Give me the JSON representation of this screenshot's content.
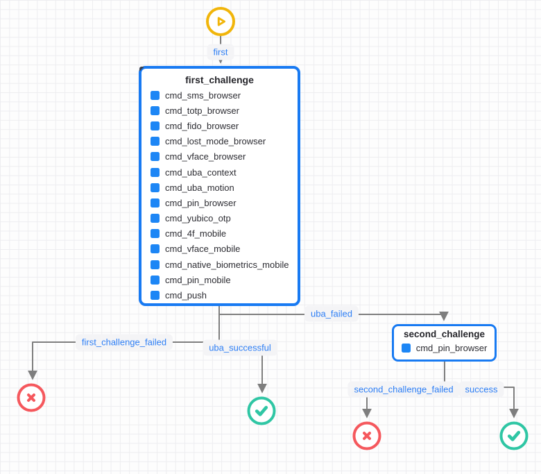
{
  "diagram": {
    "kind": "authentication-challenge-flow",
    "start": {
      "icon": "play-icon"
    },
    "nodes": {
      "first_challenge": {
        "title": "first_challenge",
        "items": [
          "cmd_sms_browser",
          "cmd_totp_browser",
          "cmd_fido_browser",
          "cmd_lost_mode_browser",
          "cmd_vface_browser",
          "cmd_uba_context",
          "cmd_uba_motion",
          "cmd_pin_browser",
          "cmd_yubico_otp",
          "cmd_4f_mobile",
          "cmd_vface_mobile",
          "cmd_native_biometrics_mobile",
          "cmd_pin_mobile",
          "cmd_push"
        ]
      },
      "second_challenge": {
        "title": "second_challenge",
        "items": [
          "cmd_pin_browser"
        ]
      }
    },
    "edge_labels": {
      "first": "first",
      "uba_failed": "uba_failed",
      "uba_successful": "uba_successful",
      "first_challenge_failed": "first_challenge_failed",
      "second_challenge_failed": "second_challenge_failed",
      "success": "success"
    },
    "end_nodes": {
      "failure_icon": "x-circle-icon",
      "success_icon": "check-circle-icon"
    },
    "colors": {
      "node_border_blue": "#187af2",
      "command_square_blue": "#1d86f5",
      "edge_label_blue": "#2e7ff5",
      "edge_gray": "#7e7e7e",
      "start_yellow": "#f1b50a",
      "failure_red": "#f5585d",
      "success_green": "#2fc6a4"
    }
  }
}
